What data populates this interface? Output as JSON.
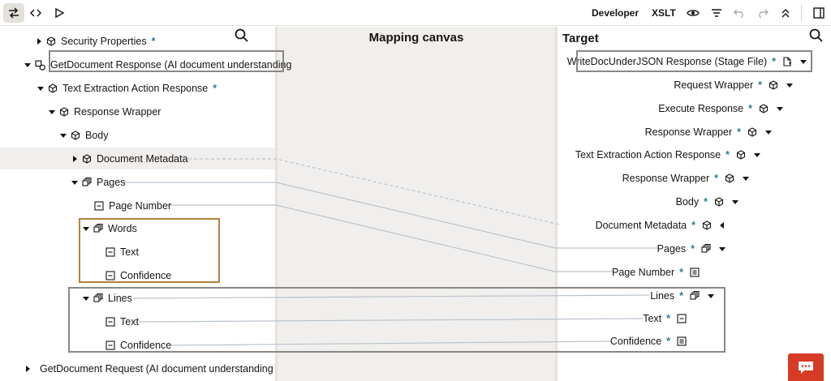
{
  "toolbar": {
    "mode_developer": "Developer",
    "mode_xslt": "XSLT"
  },
  "canvas": {
    "title": "Mapping canvas"
  },
  "target": {
    "title": "Target",
    "root": "WriteDocUnderJSON Response (Stage File)",
    "nodes": [
      "Request Wrapper",
      "Execute Response",
      "Response Wrapper",
      "Text Extraction Action Response",
      "Response Wrapper",
      "Body",
      "Document Metadata",
      "Pages",
      "Page Number",
      "Lines",
      "Text",
      "Confidence"
    ]
  },
  "source": {
    "nodes": [
      "Security Properties",
      "GetDocument Response (AI document understanding",
      "Text Extraction Action Response",
      "Response Wrapper",
      "Body",
      "Document Metadata",
      "Pages",
      "Page Number",
      "Words",
      "Text",
      "Confidence",
      "Lines",
      "Text",
      "Confidence",
      "GetDocument Request (AI document understanding s"
    ]
  },
  "required_marker": "*",
  "colors": {
    "accent": "#2a7d8e",
    "chat": "#d63b25",
    "highlight_box": "#b5803f",
    "box": "#8a8884"
  }
}
